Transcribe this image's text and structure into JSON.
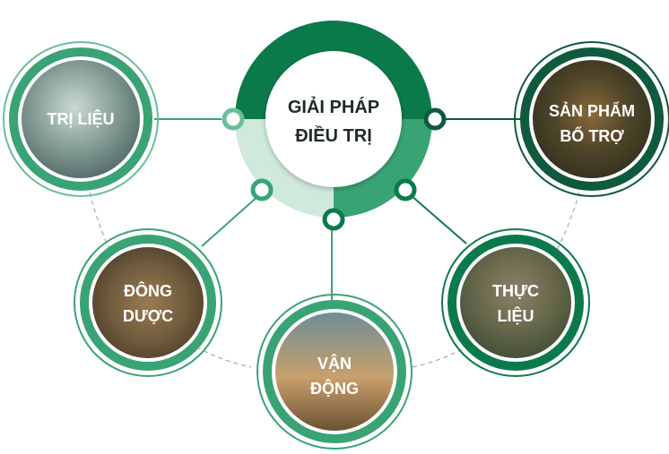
{
  "center": {
    "line1": "GIẢI PHÁP",
    "line2": "ĐIỀU TRỊ"
  },
  "nodes": {
    "tri_lieu": {
      "line1": "TRỊ LIỆU"
    },
    "san_pham": {
      "line1": "SẢN PHẨM",
      "line2": "BỔ TRỢ"
    },
    "dong_duoc": {
      "line1": "ĐÔNG",
      "line2": "DƯỢC"
    },
    "thuc_lieu": {
      "line1": "THỰC",
      "line2": "LIỆU"
    },
    "van_dong": {
      "line1": "VẬN",
      "line2": "ĐỘNG"
    }
  },
  "colors": {
    "dark_green": "#0b7a4b",
    "mid_green": "#3aa374",
    "light_green": "#9fd5bb",
    "pale_green": "#cfe9dc",
    "deep_green": "#0f5a3c"
  }
}
